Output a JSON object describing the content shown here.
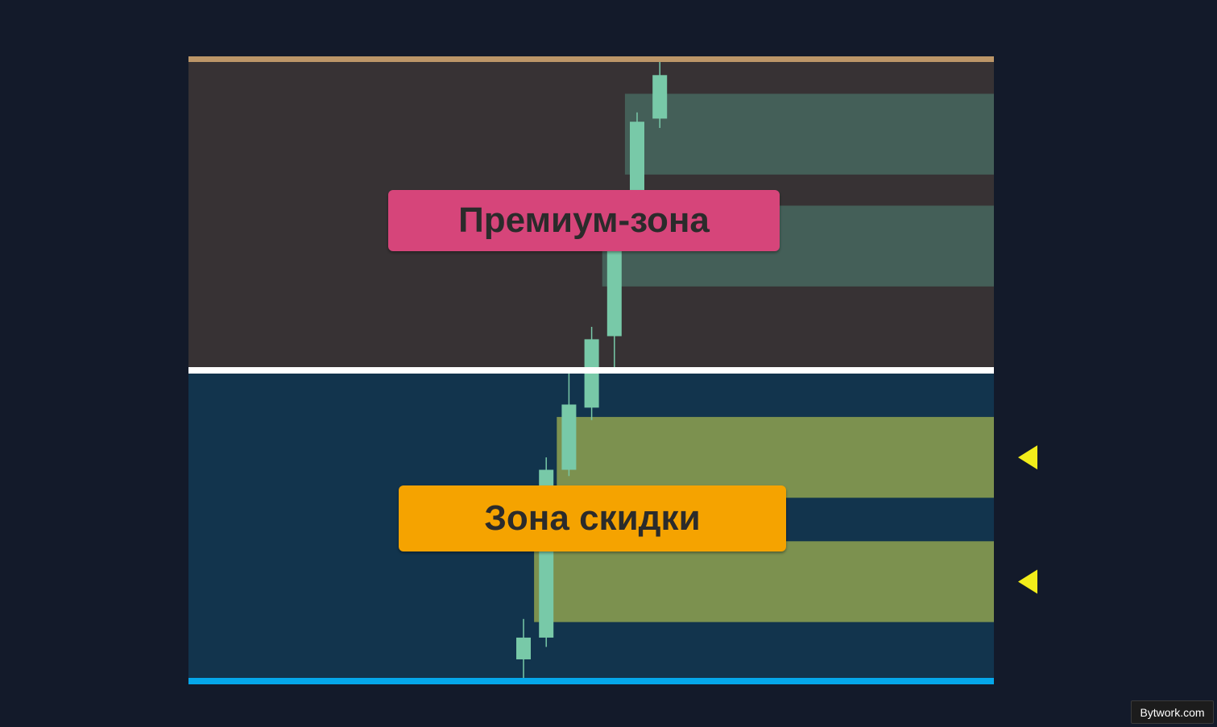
{
  "labels": {
    "premium": "Премиум-зона",
    "discount": "Зона скидки"
  },
  "watermark": "Bytwork.com",
  "colors": {
    "background": "#131a2a",
    "premium_zone_bg": "#373234",
    "discount_zone_bg": "#12344d",
    "top_line": "#bc9668",
    "equilibrium_line": "#ffffff",
    "bottom_line": "#05a7ea",
    "premium_block": "#445f58",
    "discount_block": "#7c914f",
    "candle": "#78c9a8",
    "marker": "#f2ed1a",
    "premium_label_bg": "#d6457a",
    "discount_label_bg": "#f5a300"
  },
  "chart_data": {
    "type": "candlestick",
    "title": "",
    "xlabel": "",
    "ylabel": "",
    "ylim": [
      0,
      100
    ],
    "zones": [
      {
        "name": "premium",
        "from": 50,
        "to": 100
      },
      {
        "name": "discount",
        "from": 0,
        "to": 50
      }
    ],
    "levels": {
      "top": 100,
      "equilibrium": 50,
      "bottom": 0
    },
    "candles": [
      {
        "open": 3.5,
        "close": 7.0,
        "high": 10.0,
        "low": 0.5
      },
      {
        "open": 7.0,
        "close": 34.0,
        "high": 36.0,
        "low": 5.5
      },
      {
        "open": 34.0,
        "close": 44.5,
        "high": 50.5,
        "low": 33.0
      },
      {
        "open": 44.0,
        "close": 55.0,
        "high": 57.0,
        "low": 42.0
      },
      {
        "open": 55.5,
        "close": 77.0,
        "high": 78.0,
        "low": 50.5
      },
      {
        "open": 79.0,
        "close": 90.0,
        "high": 91.5,
        "low": 75.0
      },
      {
        "open": 90.5,
        "close": 97.5,
        "high": 100.0,
        "low": 89.0
      }
    ],
    "blocks": [
      {
        "zone": "premium",
        "start_candle": 4.5,
        "low": 81.5,
        "high": 94.5
      },
      {
        "zone": "premium",
        "start_candle": 3.5,
        "low": 63.5,
        "high": 76.5
      },
      {
        "zone": "discount",
        "start_candle": 1.5,
        "low": 29.5,
        "high": 42.5,
        "marker": true
      },
      {
        "zone": "discount",
        "start_candle": 0.5,
        "low": 9.5,
        "high": 22.5,
        "marker": true
      }
    ]
  }
}
